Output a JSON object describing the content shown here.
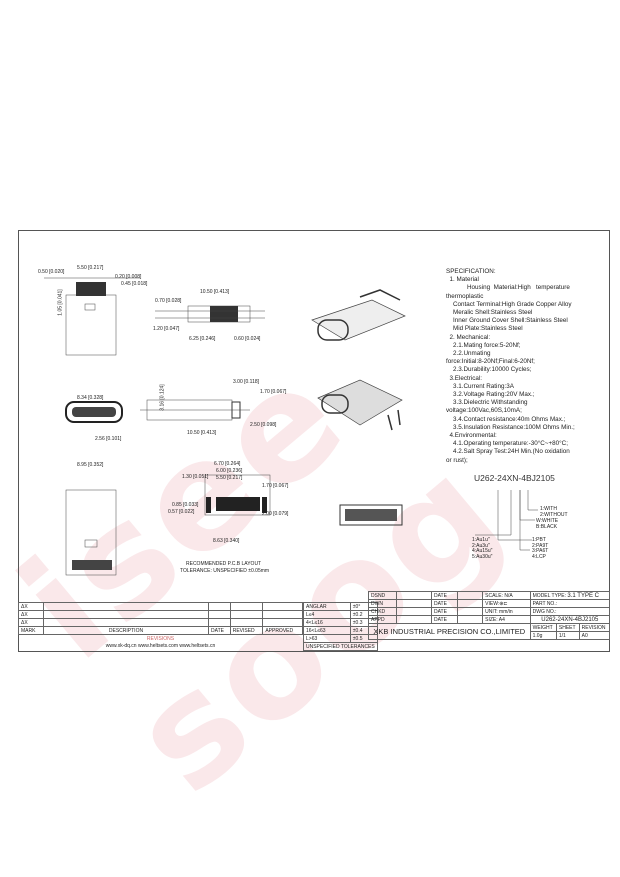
{
  "dimensions": {
    "top_view": [
      "0.50 [0.020]",
      "5.50 [0.217]",
      "0.20 [0.008]",
      "0.45 [0.018]",
      "1.05 [0.041]"
    ],
    "side_view": [
      "10.50 [0.413]",
      "0.70 [0.028]",
      "1.20 [0.047]",
      "6.25 [0.246]",
      "0.60 [0.024]"
    ],
    "front_view": [
      "8.34 [0.328]",
      "2.56 [0.101]"
    ],
    "side_view_2": [
      "3.00 [0.118]",
      "1.70 [0.067]",
      "3.16 [0.124]",
      "2.50 [0.098]",
      "10.50 [0.413]"
    ],
    "bottom_view": [
      "8.95 [0.352]"
    ],
    "pcb_layout": [
      "6.70 [0.264]",
      "6.00 [0.236]",
      "5.50 [0.217]",
      "1.30 [0.051]",
      "1.70 [0.067]",
      "0.85 [0.033]",
      "0.57 [0.022]",
      "2.00 [0.079]",
      "8.63 [0.340]"
    ],
    "pcb_note_1": "RECOMMENDED  P.C.B  LAYOUT",
    "pcb_note_2": "TOLERANCE: UNSPECIFIED  ±0.05mm"
  },
  "specification": [
    "SPECIFICATION:",
    "  1. Material",
    "            Housing  Material:High   temperature",
    "thermoplastic",
    "    Contact Terminal:High Grade Copper Alloy",
    "    Meralic Shell:Stainless Steel",
    "    Inner Ground Cover Shell:Stainless Steel",
    "    Mid Plate:Stainless Steel",
    "  2. Mechanical:",
    "    2.1.Mating force:5-20Nf;",
    "    2.2.Unmating",
    "force:Initial:8-20Nf;Final:6-20Nf;",
    "    2.3.Durability:10000 Cycles;",
    "  3.Electrical:",
    "    3.1.Current Rating:3A",
    "    3.2.Voltage Rating:20V Max.;",
    "    3.3.Dielectric Withstanding",
    "voltage:100Vac,60S,10mA;",
    "    3.4.Contact resistance:40m Ohms Max.;",
    "    3.5.Insulation Resistance:100M Ohms Min.;",
    "  4.Environmental:",
    "    4.1.Operating temperature:-30°C~+80°C;",
    "    4.2.Salt Spray Test:24H Min.(No oxidation",
    "or rust);"
  ],
  "part_code": {
    "code": "U262-24XN-4BJ2105",
    "option_a": [
      "1:WITH",
      "2:WITHOUT"
    ],
    "option_b": [
      "W:WHITE",
      "B:BLACK"
    ],
    "plating": [
      "1:Au1u\"",
      "2:Au3u\"",
      "4:Au15u\"",
      "5:Au30u\""
    ],
    "material": [
      "1:PBT",
      "2:PA9T",
      "3:PA6T",
      "4:LCP"
    ]
  },
  "revision_table": {
    "marks": [
      "ΔX",
      "ΔX",
      "ΔX"
    ],
    "headers": [
      "MARK",
      "DESCRIPTION",
      "DATE",
      "REVISED",
      "APPROVED"
    ],
    "caption": "REVISIONS",
    "websites": "www.xk-dq.cn   www.heltsets.com   www.heltsets.cn"
  },
  "tolerances": {
    "rows": [
      [
        "ANGLAR",
        "±0°"
      ],
      [
        "L≤4",
        "±0.2"
      ],
      [
        "4<L≤16",
        "±0.3"
      ],
      [
        "16<L≤63",
        "±0.4"
      ],
      [
        "L>63",
        "±0.5"
      ]
    ],
    "caption": "UNSPECIFIED TOLERANCES"
  },
  "title_block": {
    "roles": [
      "DSND",
      "DWN",
      "CHKD",
      "APPD"
    ],
    "date_label": "DATE",
    "scale": "SCALE: N/A",
    "view": "VIEW:",
    "unit": "UNIT: mm/in",
    "size": "SIZE: A4",
    "company": "XKB INDUSTRIAL PRECISION CO.,LIMITED",
    "model_type_label": "MODEL TYPE:",
    "model_type": "3.1 TYPE  C",
    "part_no_label": "PART NO.:",
    "dwg_no_label": "DWG NO.:",
    "dwg_no": "U262-24XN-4BJ2105",
    "weight_label": "WEIGHT",
    "weight": "1.0g",
    "sheet_label": "SHEET",
    "sheet": "1/1",
    "revision_label": "REVISION",
    "revision": "A0"
  },
  "watermark": "iseesoog.com",
  "colors": {
    "watermark": "#d6505a",
    "lines": "#444444"
  }
}
